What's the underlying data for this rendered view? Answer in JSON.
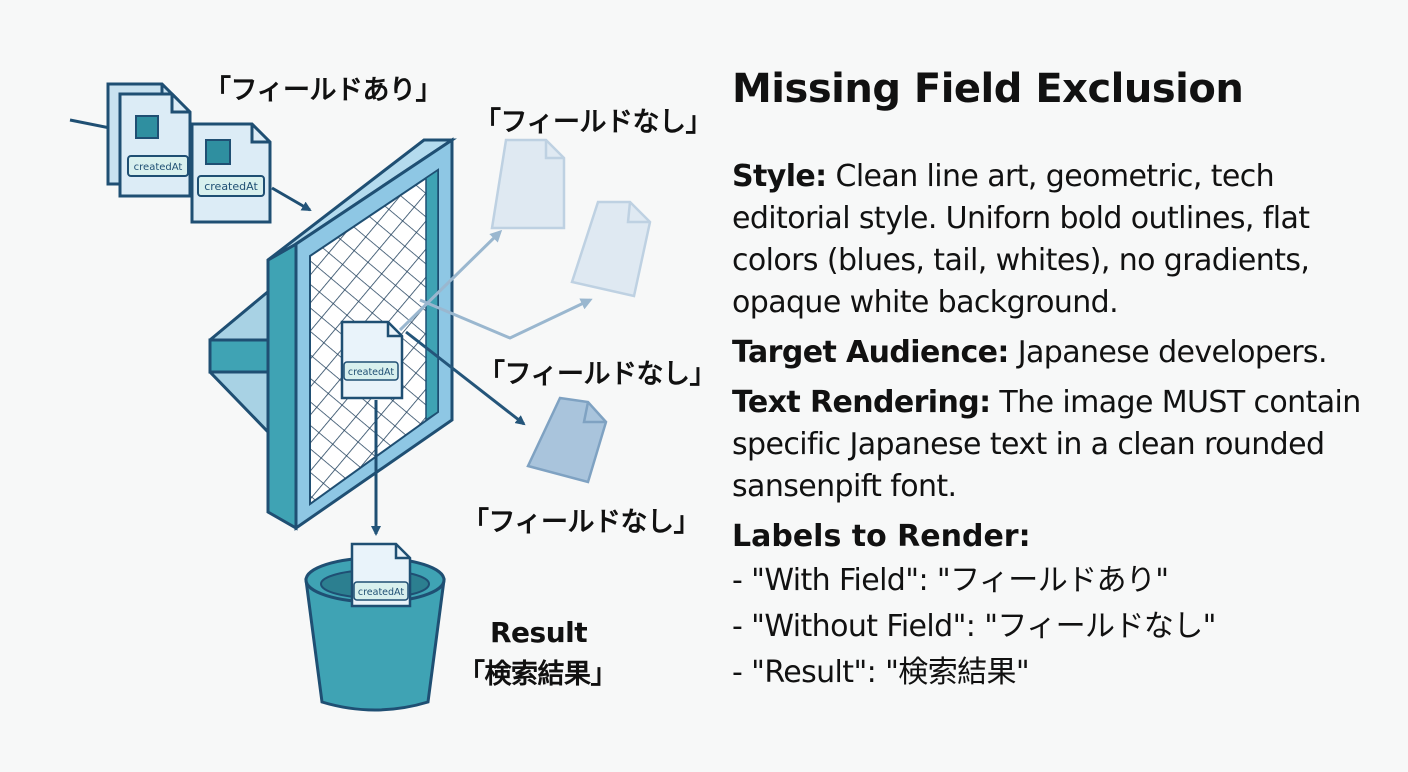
{
  "diagram": {
    "label_with_field": "「フィールドあり」",
    "label_without_field_1": "「フィールドなし」",
    "label_without_field_2": "「フィールドなし」",
    "label_without_field_3": "「フィールドなし」",
    "result_en": "Result",
    "result_jp": "「検索結果」",
    "doc_field_label": "createdAt"
  },
  "info": {
    "title": "Missing Field Exclusion",
    "style_label": "Style:",
    "style_text": " Clean line art, geometric, tech editorial style. Uniforn bold outlines, flat colors (blues, tail, whites), no gradients, opaque white background.",
    "audience_label": "Target Audience:",
    "audience_text": " Japanese developers.",
    "rendering_label": "Text Rendering:",
    "rendering_text": " The image MUST contain specific Japanese text in a clean rounded sansenpift font.",
    "labels_heading": "Labels to Render:",
    "labels": [
      "- \"With Field\": \"フィールドあり\"",
      "- \"Without Field\": \"フィールドなし\"",
      "- \"Result\": \"検索結果\""
    ]
  },
  "colors": {
    "outline": "#1f4f73",
    "teal": "#3fa3b4",
    "frame_face": "#8ec7e4",
    "light_doc": "#dce8f2",
    "arrow": "#24557a"
  }
}
